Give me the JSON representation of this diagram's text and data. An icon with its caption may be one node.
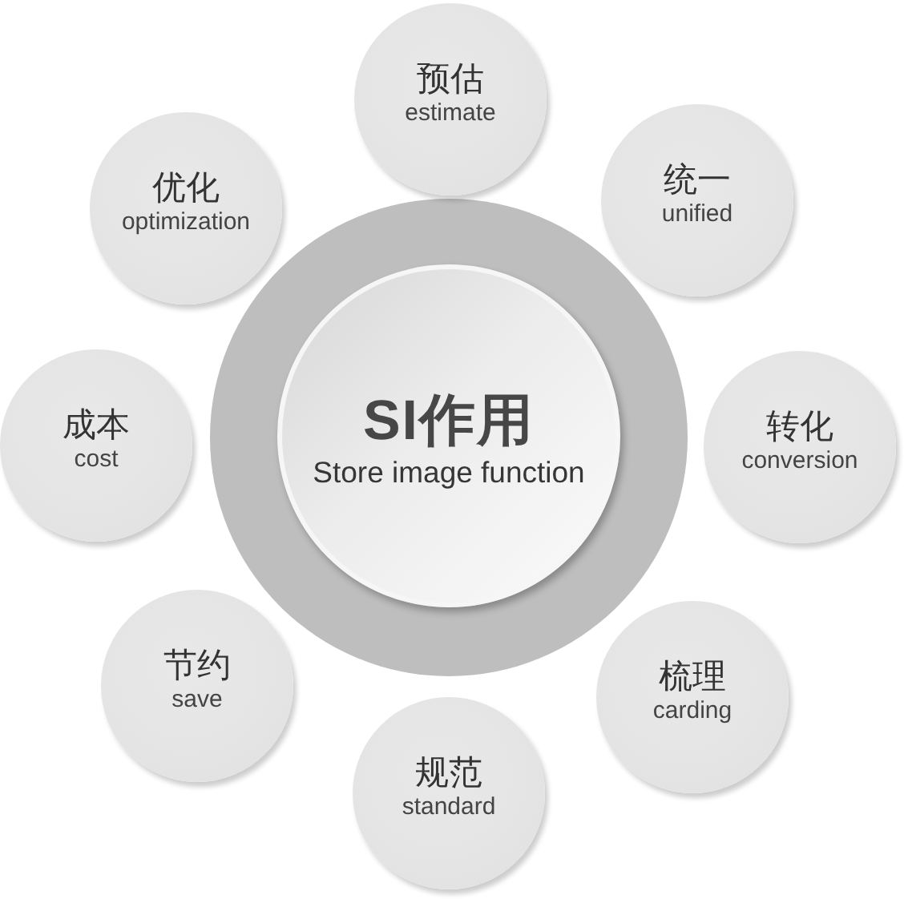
{
  "diagram": {
    "nodes": [
      {
        "text": [],
        "shape": "circle"
      },
      {
        "text": [
          "SI作用",
          "Store image function"
        ],
        "in": 0
      },
      {
        "text": [
          "预估",
          "estimate"
        ]
      },
      {
        "text": [
          "统一",
          "unified"
        ]
      },
      {
        "text": [
          "转化",
          "conversion"
        ]
      },
      {
        "text": [
          "梳理",
          "carding"
        ]
      },
      {
        "text": [
          "规范",
          "standard"
        ]
      },
      {
        "text": [
          "节约",
          "save"
        ]
      },
      {
        "text": [
          "成本",
          "cost"
        ]
      },
      {
        "text": [
          "优化",
          "optimization"
        ]
      }
    ]
  }
}
